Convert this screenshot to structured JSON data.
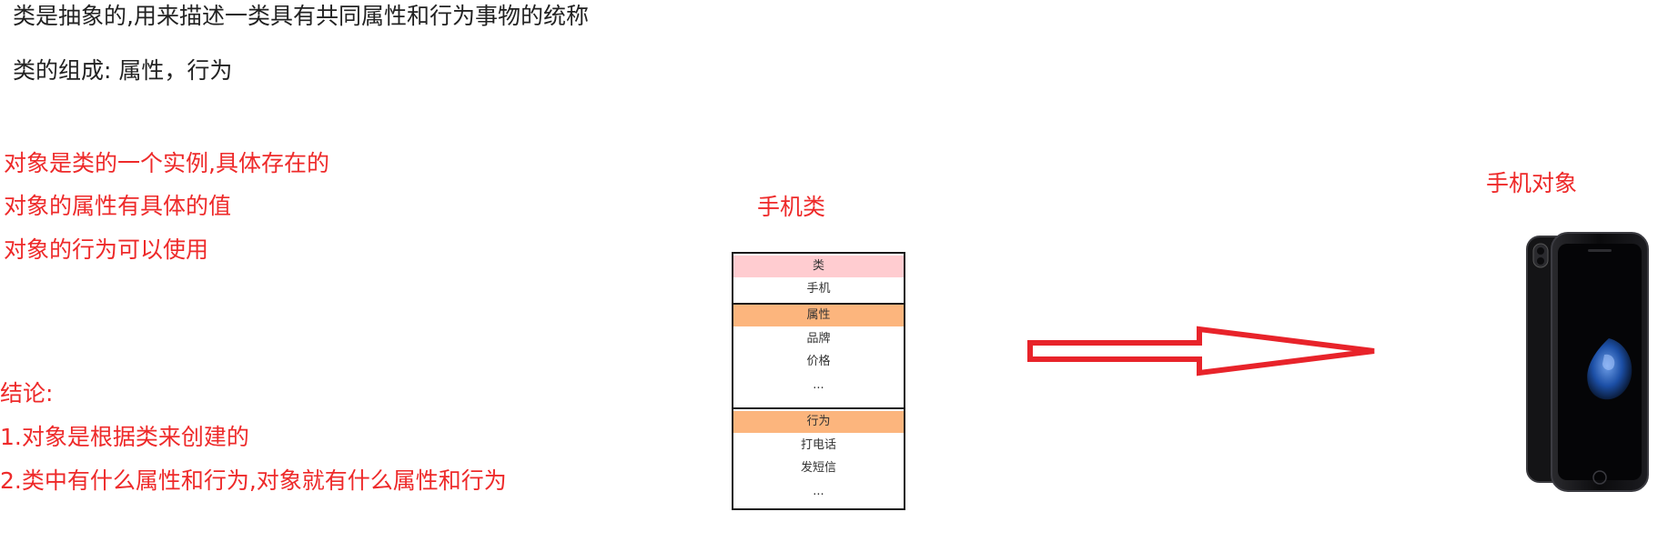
{
  "intro": {
    "line1": "类是抽象的,用来描述一类具有共同属性和行为事物的统称",
    "line2": "类的组成: 属性，行为"
  },
  "object_notes": {
    "line1": "对象是类的一个实例,具体存在的",
    "line2": "对象的属性有具体的值",
    "line3": "对象的行为可以使用"
  },
  "conclusion": {
    "heading": "结论:",
    "item1": "1.对象是根据类来创建的",
    "item2": "2.类中有什么属性和行为,对象就有什么属性和行为"
  },
  "class_diagram": {
    "title": "手机类",
    "class_header": "类",
    "class_name": "手机",
    "attributes_header": "属性",
    "attributes": [
      "品牌",
      "价格",
      "..."
    ],
    "behaviors_header": "行为",
    "behaviors": [
      "打电话",
      "发短信",
      "..."
    ],
    "colors": {
      "class_header_bg": "#ffccd0",
      "section_header_bg": "#fcb57d",
      "border": "#1a1a1a"
    }
  },
  "object_diagram": {
    "title": "手机对象",
    "image": "jet-black-phone"
  },
  "arrow": {
    "color": "#e8232a",
    "direction": "right"
  },
  "colors": {
    "body_text": "#222222",
    "highlight_text": "#ee2a2a"
  }
}
